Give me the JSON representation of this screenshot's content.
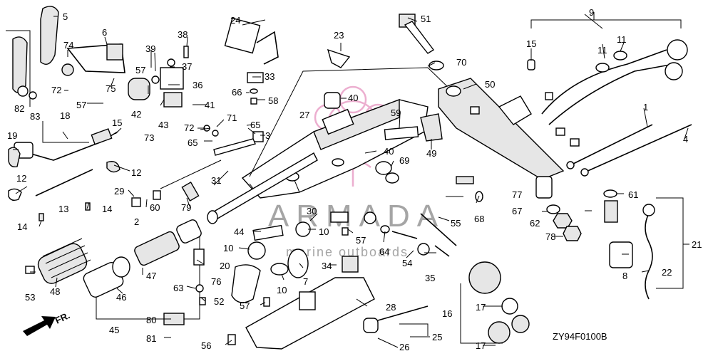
{
  "diagram": {
    "code": "ZY94F0100B",
    "front_label": "FR.",
    "watermark": {
      "brand": "ARMADA",
      "tagline": "marine outboards"
    },
    "callouts": [
      {
        "id": "c1",
        "text": "1"
      },
      {
        "id": "c2",
        "text": "2"
      },
      {
        "id": "c3",
        "text": "3"
      },
      {
        "id": "c4",
        "text": "4"
      },
      {
        "id": "c5",
        "text": "5"
      },
      {
        "id": "c6",
        "text": "6"
      },
      {
        "id": "c7",
        "text": "7"
      },
      {
        "id": "c8",
        "text": "8"
      },
      {
        "id": "c9",
        "text": "9"
      },
      {
        "id": "c10a",
        "text": "10"
      },
      {
        "id": "c10b",
        "text": "10"
      },
      {
        "id": "c10c",
        "text": "10"
      },
      {
        "id": "c11a",
        "text": "11"
      },
      {
        "id": "c11b",
        "text": "11"
      },
      {
        "id": "c12a",
        "text": "12"
      },
      {
        "id": "c12b",
        "text": "12"
      },
      {
        "id": "c13",
        "text": "13"
      },
      {
        "id": "c14a",
        "text": "14"
      },
      {
        "id": "c14b",
        "text": "14"
      },
      {
        "id": "c15a",
        "text": "15"
      },
      {
        "id": "c15b",
        "text": "15"
      },
      {
        "id": "c16",
        "text": "16"
      },
      {
        "id": "c17a",
        "text": "17"
      },
      {
        "id": "c17b",
        "text": "17"
      },
      {
        "id": "c18",
        "text": "18"
      },
      {
        "id": "c19",
        "text": "19"
      },
      {
        "id": "c20",
        "text": "20"
      },
      {
        "id": "c21",
        "text": "21"
      },
      {
        "id": "c22",
        "text": "22"
      },
      {
        "id": "c23",
        "text": "23"
      },
      {
        "id": "c24",
        "text": "24"
      },
      {
        "id": "c25",
        "text": "25"
      },
      {
        "id": "c26",
        "text": "26"
      },
      {
        "id": "c27",
        "text": "27"
      },
      {
        "id": "c28",
        "text": "28"
      },
      {
        "id": "c29",
        "text": "29"
      },
      {
        "id": "c30",
        "text": "30"
      },
      {
        "id": "c31",
        "text": "31"
      },
      {
        "id": "c33",
        "text": "33"
      },
      {
        "id": "c34",
        "text": "34"
      },
      {
        "id": "c35",
        "text": "35"
      },
      {
        "id": "c36",
        "text": "36"
      },
      {
        "id": "c37",
        "text": "37"
      },
      {
        "id": "c38",
        "text": "38"
      },
      {
        "id": "c39",
        "text": "39"
      },
      {
        "id": "c40a",
        "text": "40"
      },
      {
        "id": "c40b",
        "text": "40"
      },
      {
        "id": "c41",
        "text": "41"
      },
      {
        "id": "c42",
        "text": "42"
      },
      {
        "id": "c43",
        "text": "43"
      },
      {
        "id": "c44",
        "text": "44"
      },
      {
        "id": "c45",
        "text": "45"
      },
      {
        "id": "c46",
        "text": "46"
      },
      {
        "id": "c47",
        "text": "47"
      },
      {
        "id": "c48",
        "text": "48"
      },
      {
        "id": "c49",
        "text": "49"
      },
      {
        "id": "c50",
        "text": "50"
      },
      {
        "id": "c51",
        "text": "51"
      },
      {
        "id": "c52",
        "text": "52"
      },
      {
        "id": "c53",
        "text": "53"
      },
      {
        "id": "c54",
        "text": "54"
      },
      {
        "id": "c55",
        "text": "55"
      },
      {
        "id": "c56",
        "text": "56"
      },
      {
        "id": "c57a",
        "text": "57"
      },
      {
        "id": "c57b",
        "text": "57"
      },
      {
        "id": "c57c",
        "text": "57"
      },
      {
        "id": "c57d",
        "text": "57"
      },
      {
        "id": "c58",
        "text": "58"
      },
      {
        "id": "c59",
        "text": "59"
      },
      {
        "id": "c60",
        "text": "60"
      },
      {
        "id": "c61",
        "text": "61"
      },
      {
        "id": "c62",
        "text": "62"
      },
      {
        "id": "c63",
        "text": "63"
      },
      {
        "id": "c64",
        "text": "64"
      },
      {
        "id": "c65a",
        "text": "65"
      },
      {
        "id": "c65b",
        "text": "65"
      },
      {
        "id": "c66",
        "text": "66"
      },
      {
        "id": "c67",
        "text": "67"
      },
      {
        "id": "c68",
        "text": "68"
      },
      {
        "id": "c69",
        "text": "69"
      },
      {
        "id": "c70",
        "text": "70"
      },
      {
        "id": "c71",
        "text": "71"
      },
      {
        "id": "c72a",
        "text": "72"
      },
      {
        "id": "c72b",
        "text": "72"
      },
      {
        "id": "c73",
        "text": "73"
      },
      {
        "id": "c74",
        "text": "74"
      },
      {
        "id": "c75",
        "text": "75"
      },
      {
        "id": "c76",
        "text": "76"
      },
      {
        "id": "c77",
        "text": "77"
      },
      {
        "id": "c78",
        "text": "78"
      },
      {
        "id": "c79",
        "text": "79"
      },
      {
        "id": "c80",
        "text": "80"
      },
      {
        "id": "c81",
        "text": "81"
      },
      {
        "id": "c82",
        "text": "82"
      },
      {
        "id": "c83",
        "text": "83"
      }
    ]
  }
}
